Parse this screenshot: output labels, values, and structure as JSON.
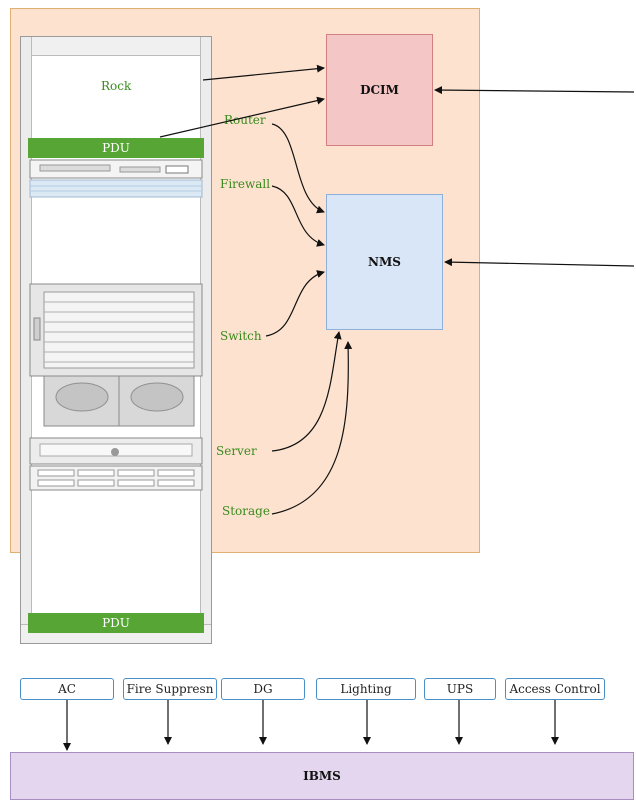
{
  "rack": {
    "label": "Rock",
    "pdu_top": "PDU",
    "pdu_bottom": "PDU"
  },
  "devices": {
    "router": "Router",
    "firewall": "Firewall",
    "switch": "Switch",
    "server": "Server",
    "storage": "Storage"
  },
  "systems": {
    "dcim": "DCIM",
    "nms": "NMS",
    "ibms": "IBMS"
  },
  "facilities": [
    "AC",
    "Fire Suppresn",
    "DG",
    "Lighting",
    "UPS",
    "Access Control"
  ],
  "colors": {
    "panel_bg": "#fde3cf",
    "dcim_fill": "#f4c6c6",
    "nms_fill": "#d8e6f7",
    "ibms_fill": "#e4d6ee",
    "pdu_green": "#57a534",
    "label_green": "#3a8a1e"
  }
}
